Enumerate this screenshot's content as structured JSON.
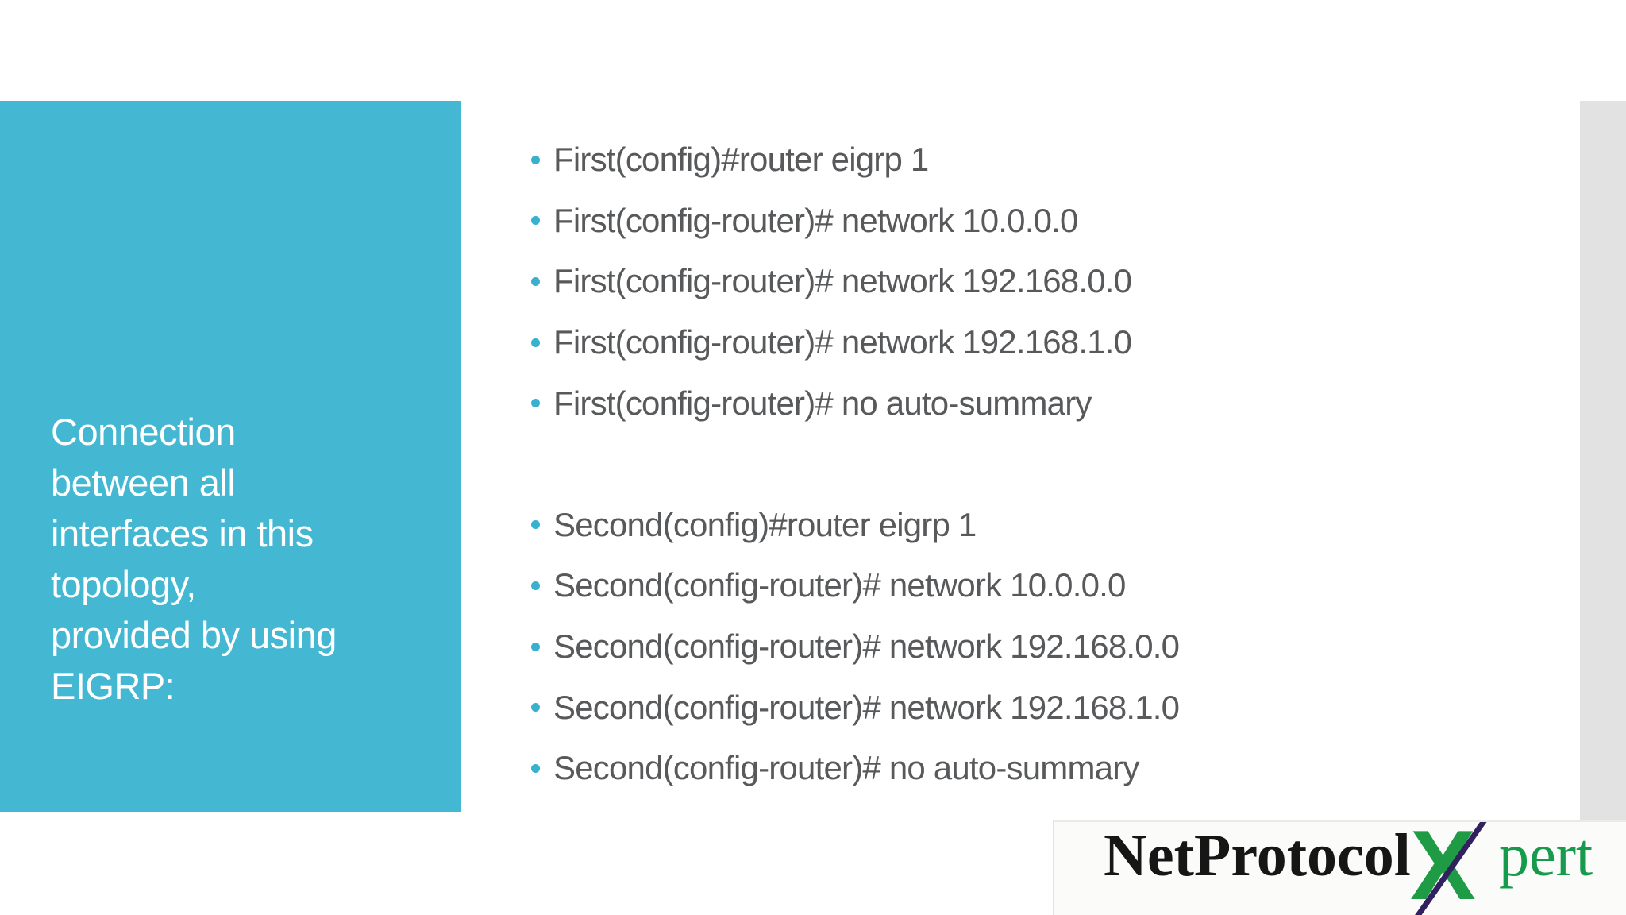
{
  "slide": {
    "type": "presentation-slide",
    "accent_color": "#44b8d3",
    "body_text_color": "#58595b",
    "bullet_dot_color": "#38b1ce",
    "right_strip_color": "#e2e2e2"
  },
  "sidebar": {
    "lines": [
      "Connection",
      "between all",
      "interfaces in this",
      "topology,",
      "provided by using",
      "EIGRP:"
    ]
  },
  "content": {
    "groups": [
      {
        "items": [
          "First(config)#router eigrp 1",
          "First(config-router)# network 10.0.0.0",
          "First(config-router)# network 192.168.0.0",
          "First(config-router)# network 192.168.1.0",
          "First(config-router)# no auto-summary"
        ]
      },
      {
        "items": [
          "Second(config)#router eigrp 1",
          "Second(config-router)# network 10.0.0.0",
          "Second(config-router)# network 192.168.0.0",
          "Second(config-router)# network 192.168.1.0",
          "Second(config-router)# no auto-summary"
        ]
      }
    ]
  },
  "logo": {
    "part_black": "NetProtocol",
    "part_x": "X",
    "part_green": "pert",
    "black_color": "#161616",
    "green_color": "#169a4b",
    "slash_color": "#31215e"
  }
}
